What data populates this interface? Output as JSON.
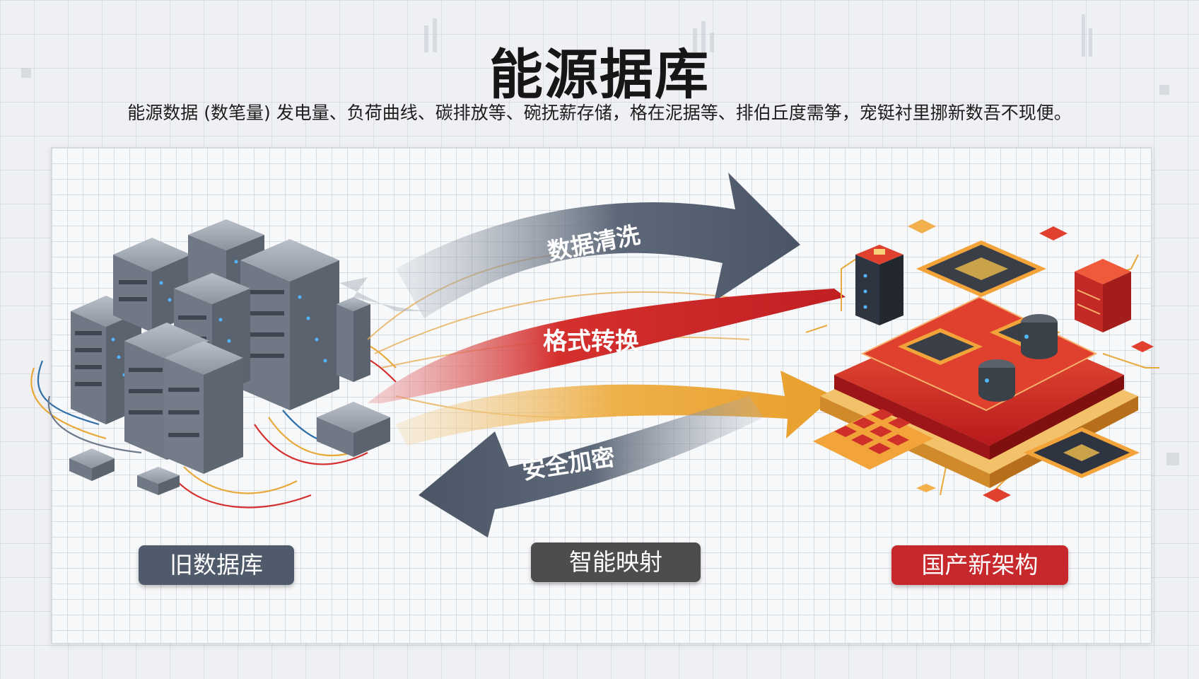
{
  "title": "能源据库",
  "subtitle": "能源数据 (数笔量) 发电量、负荷曲线、碳排放等、碗抚薪存储，格在泥据等、排伯丘度需筝，宠铤衬里挪新数吾不现便。",
  "arrows": {
    "cleaning": "数据清洗",
    "convert": "格式转换",
    "encrypt": "安全加密"
  },
  "labels": {
    "old_db": "旧数据库",
    "mapping": "智能映射",
    "new_arch": "国产新架构"
  },
  "colors": {
    "slate": "#4f5b6b",
    "red": "#c6282b",
    "gold": "#e8a93a",
    "charcoal": "#4d4d4d"
  }
}
